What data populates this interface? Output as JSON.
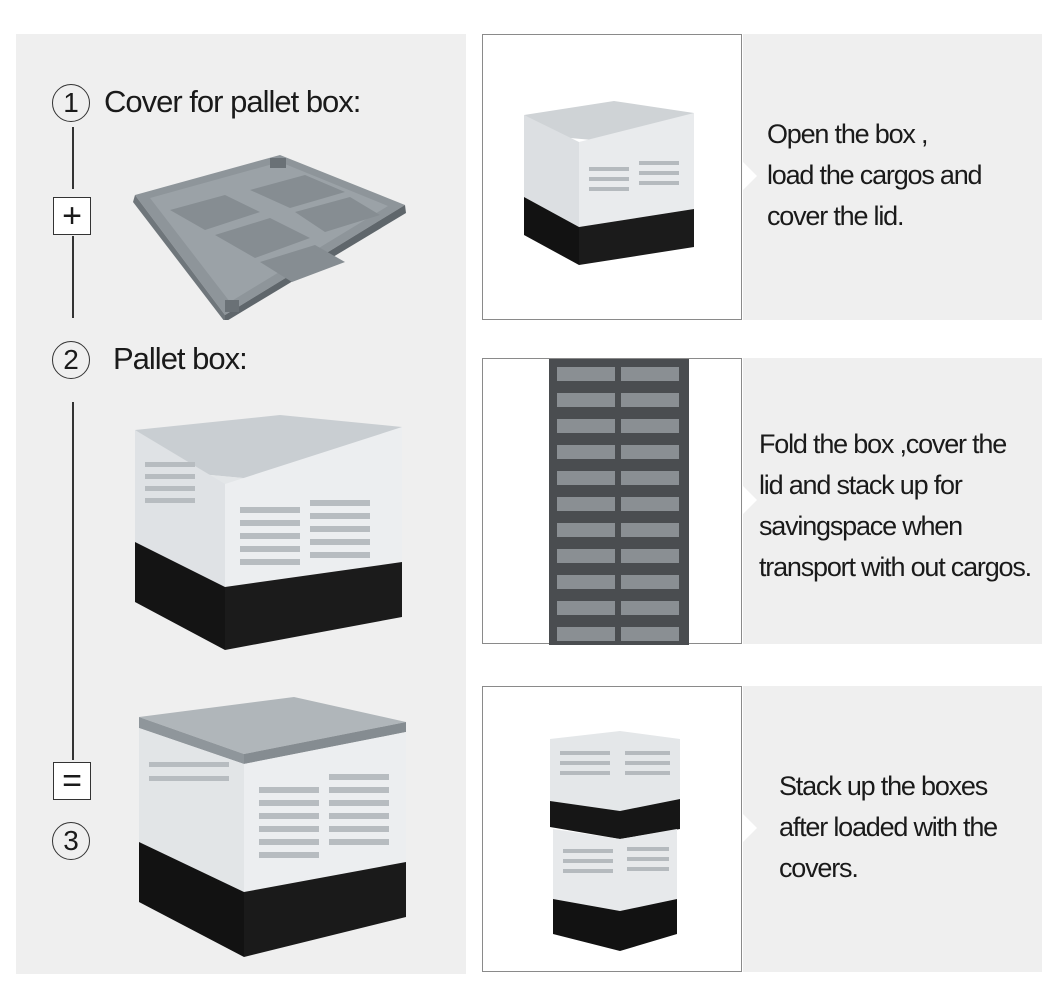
{
  "steps": [
    {
      "number": "1",
      "label": "Cover for pallet box:"
    },
    {
      "number": "2",
      "label": "Pallet box:"
    },
    {
      "number": "3",
      "label": ""
    }
  ],
  "operators": {
    "plus": "+",
    "equals": "="
  },
  "cards": [
    {
      "lines": [
        "Open the box ,",
        "load the cargos and",
        "cover the lid."
      ]
    },
    {
      "lines": [
        "Fold the box ,cover the",
        "lid and stack up for",
        "savingspace when",
        "transport with out cargos."
      ]
    },
    {
      "lines": [
        "Stack up the boxes",
        "after loaded with the",
        "covers."
      ]
    }
  ],
  "colors": {
    "panel_bg": "#efefef",
    "lid_grey": "#8d9499",
    "box_white": "#e9ecee",
    "base_black": "#111111"
  }
}
